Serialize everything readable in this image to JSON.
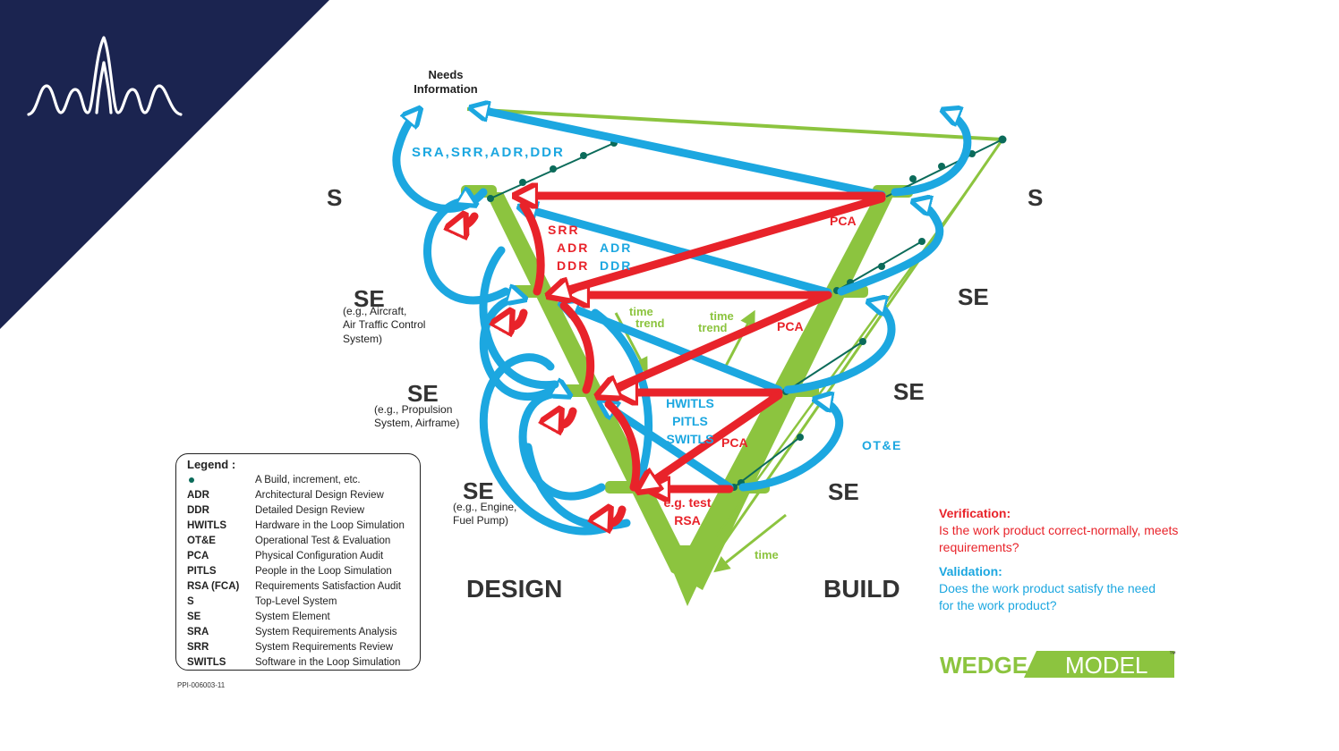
{
  "diagram": {
    "needs_information": [
      "Needs",
      "Information"
    ],
    "levels_left": {
      "s": "S",
      "se1": "SE",
      "se1_example": [
        "(e.g., Aircraft,",
        "Air Traffic Control",
        "System)"
      ],
      "se2": "SE",
      "se2_example": [
        "(e.g., Propulsion",
        "System, Airframe)"
      ],
      "se3": "SE",
      "se3_example": [
        "(e.g., Engine,",
        "Fuel Pump)"
      ]
    },
    "levels_right": {
      "s": "S",
      "se1": "SE",
      "se2": "SE",
      "se3": "SE"
    },
    "reviews_top": "SRA,SRR,ADR,DDR",
    "srr": "SRR",
    "adr_red": "ADR",
    "adr_blue": "ADR",
    "ddr_red": "DDR",
    "ddr_blue": "DDR",
    "pca": [
      "PCA",
      "PCA",
      "PCA"
    ],
    "time_trend": [
      "time",
      "trend"
    ],
    "tests": [
      "HWITLS",
      "PITLS",
      "SWITLS"
    ],
    "ote": "OT&E",
    "eg_test": [
      "e.g. test",
      "RSA"
    ],
    "time": "time",
    "design": "DESIGN",
    "build": "BUILD",
    "colors": {
      "green": "#8cc43f",
      "blue": "#1ca7e0",
      "red": "#e8232a",
      "navy": "#1b2450",
      "teal": "#0b6b5a"
    },
    "icon": "wave-logo-icon"
  },
  "legend": {
    "title": "Legend :",
    "items": [
      {
        "abbr": "",
        "desc": "A Build, increment, etc."
      },
      {
        "abbr": "ADR",
        "desc": "Architectural Design Review"
      },
      {
        "abbr": "DDR",
        "desc": "Detailed Design Review"
      },
      {
        "abbr": "HWITLS",
        "desc": "Hardware in the Loop Simulation"
      },
      {
        "abbr": "OT&E",
        "desc": "Operational Test & Evaluation"
      },
      {
        "abbr": "PCA",
        "desc": "Physical Configuration Audit"
      },
      {
        "abbr": "PITLS",
        "desc": "People in the Loop Simulation"
      },
      {
        "abbr": "RSA (FCA)",
        "desc": "Requirements Satisfaction Audit"
      },
      {
        "abbr": "S",
        "desc": "Top-Level System"
      },
      {
        "abbr": "SE",
        "desc": "System Element"
      },
      {
        "abbr": "SRA",
        "desc": "System Requirements Analysis"
      },
      {
        "abbr": "SRR",
        "desc": "System Requirements Review"
      },
      {
        "abbr": "SWITLS",
        "desc": "Software in the Loop Simulation"
      }
    ]
  },
  "doc_code": "PPI-006003-11",
  "verification": {
    "title": "Verification:",
    "lines": [
      "Is the work product correct-normally, meets",
      "requirements?"
    ]
  },
  "validation": {
    "title": "Validation:",
    "lines": [
      "Does the work product satisfy the need",
      "for the work product?"
    ]
  },
  "logo": {
    "wedge": "WEDGE",
    "model": "MODEL",
    "tm": "™"
  }
}
